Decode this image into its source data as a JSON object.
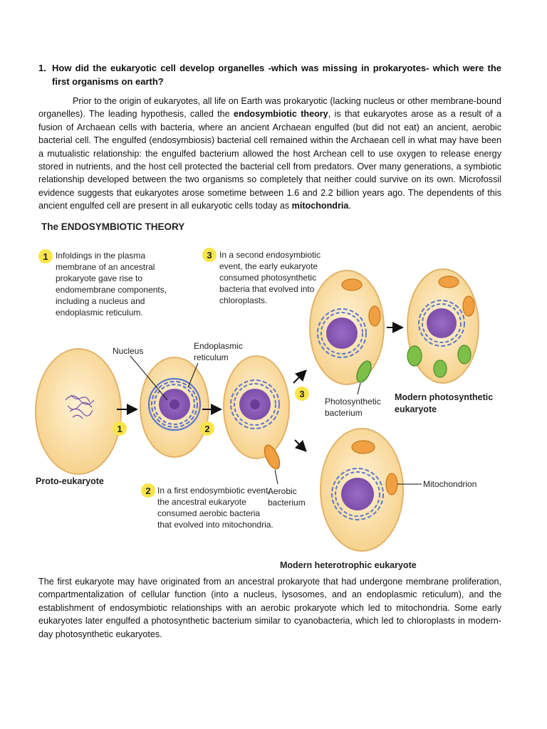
{
  "question": {
    "number": "1.",
    "text": "How did the eukaryotic cell develop organelles -which was missing in prokaryotes- which were the first organisms on earth?"
  },
  "paragraph1": {
    "s1": "Prior to the origin of eukaryotes, all life on Earth was prokaryotic (lacking nucleus or other membrane-bound organelles). The leading hypothesis, called the ",
    "bold1": "endosymbiotic theory",
    "s2": ", is that eukaryotes arose as a result of a fusion of Archaean cells with bacteria, where an ancient Archaean engulfed (but did not eat) an ancient, aerobic bacterial cell. The engulfed (endosymbiosis) bacterial cell remained within the Archaean cell in what may have been a mutualistic relationship: the engulfed bacterium allowed the host Archean cell to use oxygen to release energy stored in nutrients, and the host cell protected the bacterial cell from predators. Over many generations, a symbiotic relationship developed between the two organisms so completely that neither could survive on its own. Microfossil evidence suggests that eukaryotes arose sometime between 1.6 and 2.2 billion years ago. The dependents of this ancient engulfed cell are present in all eukaryotic cells today as ",
    "bold2": "mitochondria",
    "s3": "."
  },
  "figure": {
    "title": "The ENDOSYMBIOTIC THEORY",
    "step1_num": "1",
    "step1_lines": [
      "Infoldings in the plasma",
      "membrane of an ancestral",
      "prokaryote gave rise to",
      "endomembrane components,",
      "including a nucleus and",
      "endoplasmic reticulum."
    ],
    "step2_num": "2",
    "step2_lines": [
      "In a first endosymbiotic event,",
      "the ancestral eukaryote",
      "consumed aerobic bacteria",
      "that evolved into mitochondria."
    ],
    "step3_num": "3",
    "step3_lines": [
      "In a second endosymbiotic",
      "event, the early eukaryote",
      "consumed photosynthetic",
      "bacteria that evolved into",
      "chloroplasts."
    ],
    "label_nucleus": "Nucleus",
    "label_er": [
      "Endoplasmic",
      "reticulum"
    ],
    "label_proto": "Proto-eukaryote",
    "label_aerobic": [
      "Aerobic",
      "bacterium"
    ],
    "label_photo_bact": [
      "Photosynthetic",
      "bacterium"
    ],
    "label_modern_photo": [
      "Modern photosynthetic",
      "eukaryote"
    ],
    "label_mito": "Mitochondrion",
    "label_modern_hetero": "Modern heterotrophic eukaryote",
    "colors": {
      "cell_fill": "#fbe0a8",
      "cell_stroke": "#e2b36a",
      "nucleus": "#8a5ab3",
      "er": "#5e78c8",
      "mito": "#f0a040",
      "chloroplast": "#7cc04a",
      "badge": "#f9e54a"
    }
  },
  "paragraph2": {
    "text": "The first eukaryote may have originated from an ancestral prokaryote that had undergone membrane proliferation, compartmentalization of cellular function (into a nucleus, lysosomes, and an endoplasmic reticulum), and the establishment of endosymbiotic relationships with an aerobic prokaryote which led to mitochondria. Some early eukaryotes later engulfed a photosynthetic bacterium similar to cyanobacteria, which led to chloroplasts in modern-day photosynthetic eukaryotes."
  }
}
